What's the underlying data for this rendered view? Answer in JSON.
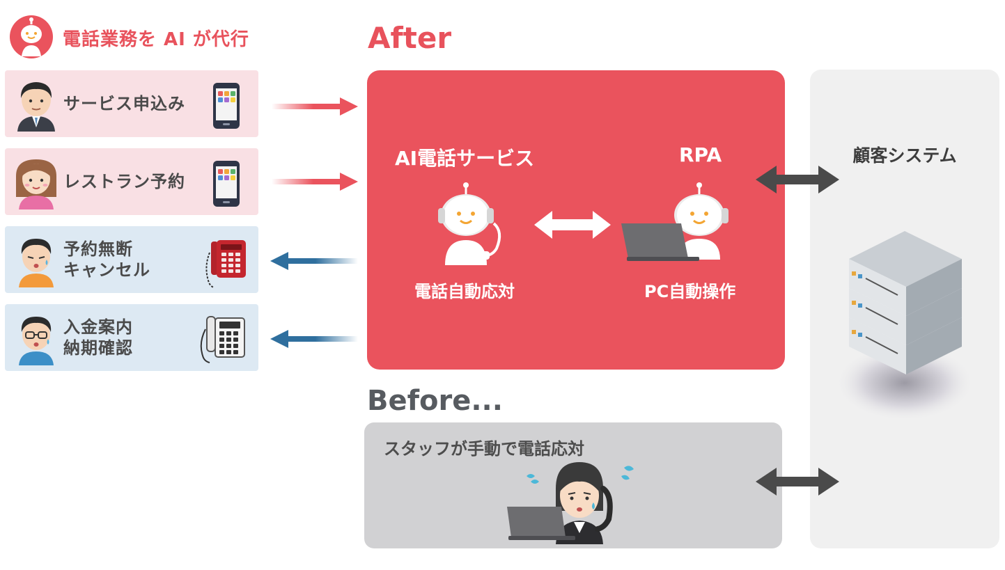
{
  "header": {
    "title": "電話業務を AI が代行",
    "icon": "robot-logo-icon"
  },
  "requests": [
    {
      "label": [
        "サービス申込み"
      ],
      "style": "pink",
      "device": "smartphone-icon",
      "direction": "inbound"
    },
    {
      "label": [
        "レストラン予約"
      ],
      "style": "pink",
      "device": "smartphone-icon",
      "direction": "inbound"
    },
    {
      "label": [
        "予約無断",
        "キャンセル"
      ],
      "style": "blue",
      "device": "red-desk-phone-icon",
      "direction": "outbound"
    },
    {
      "label": [
        "入金案内",
        "納期確認"
      ],
      "style": "blue",
      "device": "office-phone-icon",
      "direction": "outbound"
    }
  ],
  "after": {
    "title": "After",
    "ai_service": "AI電話サービス",
    "rpa": "RPA",
    "ai_caption": "電話自動応対",
    "pc_caption": "PC自動操作"
  },
  "before": {
    "title": "Before...",
    "caption": "スタッフが手動で電話応対"
  },
  "customer_system": {
    "title": "顧客システム",
    "icon": "server-stack-icon"
  },
  "colors": {
    "accent_red": "#ea535d",
    "pink_row": "#f9e0e4",
    "blue_row": "#dde9f3",
    "blue_arrow": "#2f6f9e",
    "dark_arrow": "#4a4a4a",
    "before_box": "#d1d1d3",
    "panel_gray": "#f0f0f0"
  }
}
